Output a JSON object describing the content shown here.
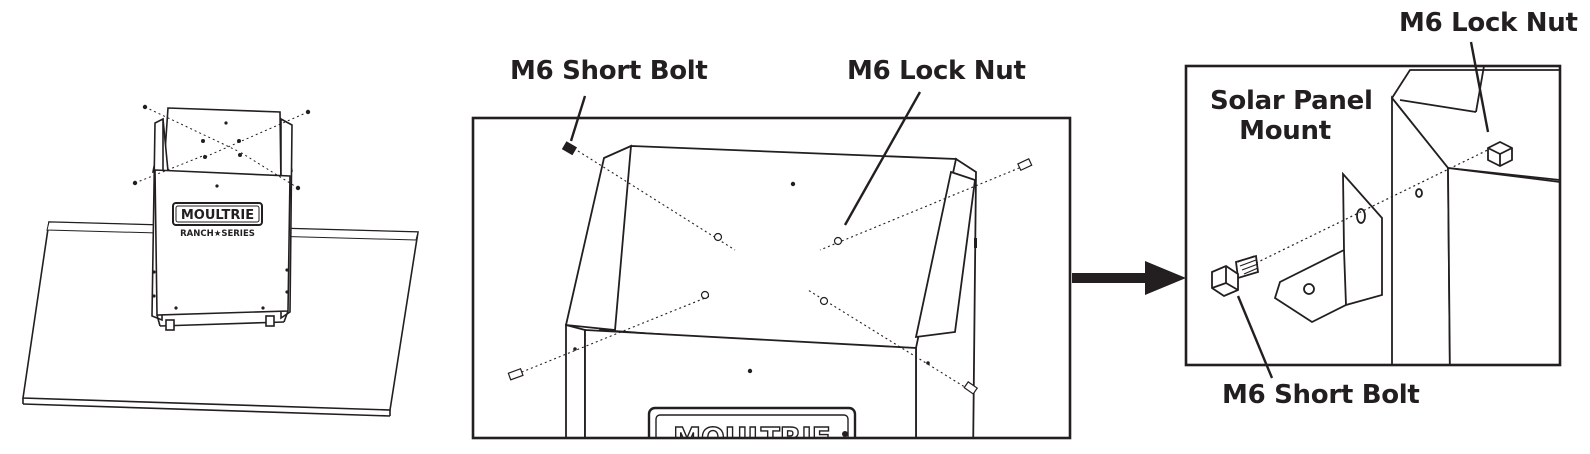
{
  "brand": {
    "logo": "MOULTRIE",
    "series": "RANCH★SERIES"
  },
  "callouts": {
    "middle_bolt": "M6 Short Bolt",
    "middle_nut": "M6 Lock Nut",
    "right_nut": "M6 Lock Nut",
    "right_mount_line1": "Solar Panel",
    "right_mount_line2": "Mount",
    "right_bolt": "M6 Short Bolt"
  },
  "colors": {
    "line": "#231f20",
    "background": "#ffffff"
  }
}
